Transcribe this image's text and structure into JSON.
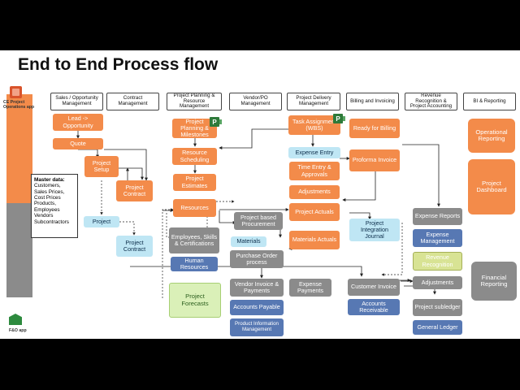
{
  "title": "End to End Process flow",
  "apps": {
    "ce_label": "CE Project Operations app",
    "fo_label": "F&O app"
  },
  "headers": {
    "sales": "Sales / Opportunity Management",
    "contract": "Contract Management",
    "planning": "Project Planning & Resource Management",
    "vendor": "Vendor/PO Management",
    "delivery": "Project Delivery Management",
    "billing": "Billing and Invoicing",
    "revenue": "Revenue Recognition & Project Accounting",
    "bi": "BI & Reporting"
  },
  "master_data": {
    "title": "Master data:",
    "items": [
      "Customers,",
      "Sales Prices,",
      "Cost Prices",
      "Products,",
      "Employees",
      "Vendors",
      "Subcontractors"
    ]
  },
  "boxes": {
    "lead": "Lead -> Opportunity",
    "quote": "Quote",
    "project_setup": "Project Setup",
    "project_contract_ce": "Project Contract",
    "project_fo": "Project",
    "project_contract_fo": "Project Contract",
    "planning_milestones": "Project Planning & Milestones",
    "resource_scheduling": "Resource Scheduling",
    "project_estimates": "Project Estimates",
    "resources": "Resources",
    "employees_skills": "Employees, Skills & Certifications",
    "human_resources": "Human Resources",
    "project_forecasts": "Project Forecasts",
    "project_procurement": "Project based Procurement",
    "materials": "Materials",
    "purchase_order": "Purchase Order process",
    "vendor_invoice": "Vendor Invoice & Payments",
    "accounts_payable": "Accounts Payable",
    "product_info": "Product Information Management",
    "task_assignment": "Task Assignment (WBS)",
    "expense_entry": "Expense Entry",
    "time_entry": "Time Entry & Approvals",
    "adjustments_ce": "Adjustments",
    "project_actuals": "Project Actuals",
    "materials_actuals": "Materials Actuals",
    "expense_payments": "Expense Payments",
    "ready_billing": "Ready for Billing",
    "proforma_invoice": "Proforma Invoice",
    "integration_journal": "Project Integration Journal",
    "customer_invoice": "Customer Invoice",
    "accounts_receivable": "Accounts Receivable",
    "expense_reports": "Expense Reports",
    "expense_management": "Expense Management",
    "revenue_recognition": "Revenue Recognition",
    "adjustments_fo": "Adjustments",
    "project_subledger": "Project subledger",
    "general_ledger": "General Ledger",
    "operational_reporting": "Operational Reporting",
    "project_dashboard": "Project Dashboard",
    "financial_reporting": "Financial Reporting"
  },
  "colors": {
    "ce_orange": "#f38b4a",
    "fo_gray": "#8b8b8b",
    "fo_blue": "#5778b3",
    "integration_light_blue": "#bfe6f4",
    "forecast_green": "#daf0b8",
    "revenue_yellow_green": "#d8e394",
    "project_icon_green": "#2e7a3a"
  },
  "icons": [
    "ms-project-icon",
    "ce-project-operations-logo",
    "fo-app-logo"
  ]
}
